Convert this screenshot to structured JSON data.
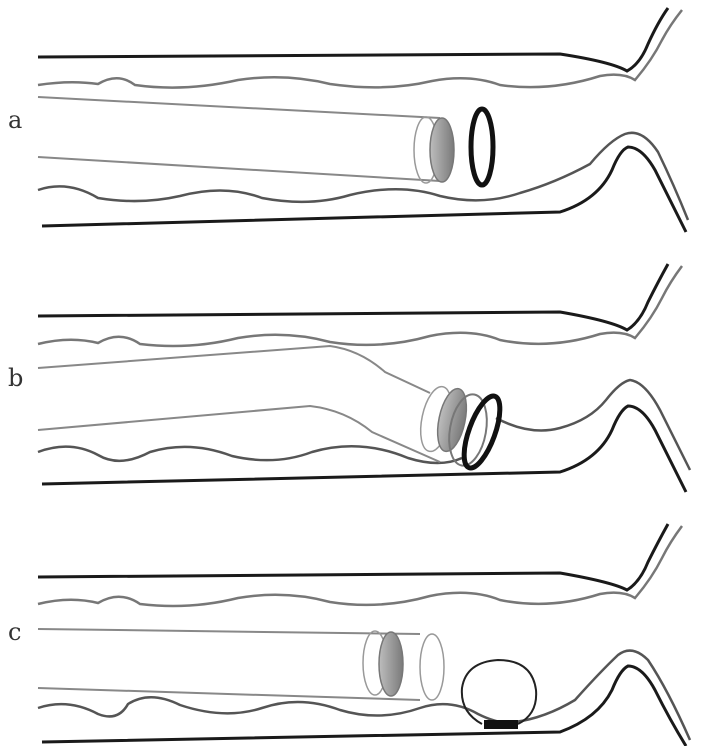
{
  "panels": [
    {
      "label": "a",
      "step": "ring-approach"
    },
    {
      "label": "b",
      "step": "tube-angled-ring-engaged"
    },
    {
      "label": "c",
      "step": "ring-released-attached"
    }
  ],
  "colors": {
    "outer_wall": "#1a1a1a",
    "inner_wall": "#555555",
    "tube_outline": "#888888",
    "tube_lens": "#8c8c8c",
    "ring": "#111111",
    "clip": "#111111"
  }
}
